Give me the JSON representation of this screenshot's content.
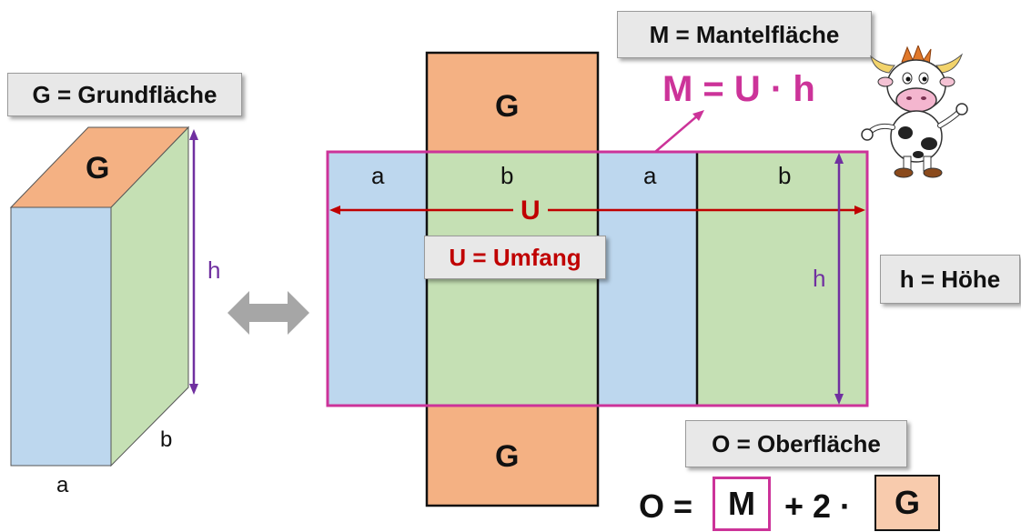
{
  "labels": {
    "grundflaeche": "G = Grundfläche",
    "mantelflaeche": "M = Mantelfläche",
    "mantel_formula": "M = U · h",
    "umfang": "U = Umfang",
    "hoehe": "h = Höhe",
    "oberflaeche": "O = Oberfläche"
  },
  "box3d": {
    "top": "G",
    "height": "h",
    "depth": "b",
    "width": "a"
  },
  "net": {
    "top_g": "G",
    "bottom_g": "G",
    "segments": [
      "a",
      "b",
      "a",
      "b"
    ],
    "perimeter": "U",
    "height": "h"
  },
  "surface_formula": {
    "lhs": "O =",
    "term_m": "M",
    "plus_two": "+ 2 ·",
    "term_g": "G"
  },
  "colors": {
    "blue_face": "#bdd7ee",
    "green_face": "#c5e0b4",
    "orange_face": "#f4b183",
    "magenta": "#cc3399",
    "dark_red": "#c00000",
    "purple": "#7030a0",
    "gray_arrow": "#a6a6a6"
  },
  "icons": {
    "double_arrow": "double-arrow-icon",
    "mascot": "cow-mascot-icon"
  }
}
